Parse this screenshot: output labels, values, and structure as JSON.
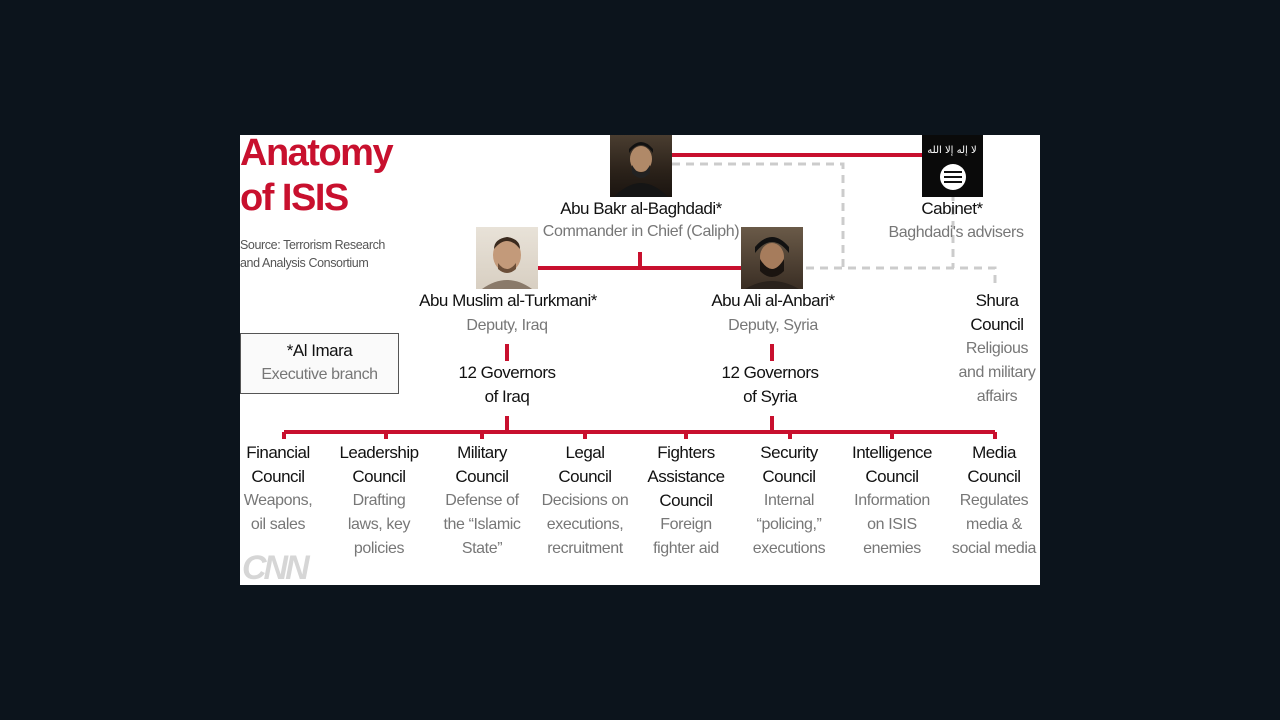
{
  "title": [
    "Anatomy",
    "of ISIS"
  ],
  "source": [
    "Source: Terrorism Research",
    "and Analysis Consortium"
  ],
  "leader": {
    "name": "Abu Bakr al-Baghdadi*",
    "role": "Commander in Chief (Caliph)"
  },
  "cabinet": {
    "name": "Cabinet*",
    "role": "Baghdadi's advisers",
    "flag_text": "لا إله إلا الله"
  },
  "deputy_iraq": {
    "name": "Abu Muslim al-Turkmani*",
    "role": "Deputy, Iraq"
  },
  "deputy_syria": {
    "name": "Abu Ali al-Anbari*",
    "role": "Deputy, Syria"
  },
  "shura": {
    "name": [
      "Shura",
      "Council"
    ],
    "desc": [
      "Religious",
      "and military",
      "affairs"
    ]
  },
  "legend": {
    "name": "*Al Imara",
    "desc": "Executive branch"
  },
  "governors_iraq": [
    "12 Governors",
    "of Iraq"
  ],
  "governors_syria": [
    "12 Governors",
    "of Syria"
  ],
  "councils": [
    {
      "name": [
        "Financial",
        "Council"
      ],
      "desc": [
        "Weapons,",
        "oil sales"
      ]
    },
    {
      "name": [
        "Leadership",
        "Council"
      ],
      "desc": [
        "Drafting",
        "laws, key",
        "policies"
      ]
    },
    {
      "name": [
        "Military",
        "Council"
      ],
      "desc": [
        "Defense of",
        "the “Islamic",
        "State”"
      ]
    },
    {
      "name": [
        "Legal",
        "Council"
      ],
      "desc": [
        "Decisions on",
        "executions,",
        "recruitment"
      ]
    },
    {
      "name": [
        "Fighters",
        "Assistance",
        "Council"
      ],
      "desc": [
        "Foreign",
        "fighter aid"
      ]
    },
    {
      "name": [
        "Security",
        "Council"
      ],
      "desc": [
        "Internal",
        "“policing,”",
        "executions"
      ]
    },
    {
      "name": [
        "Intelligence",
        "Council"
      ],
      "desc": [
        "Information",
        "on ISIS",
        "enemies"
      ]
    },
    {
      "name": [
        "Media",
        "Council"
      ],
      "desc": [
        "Regulates",
        "media &",
        "social media"
      ]
    }
  ],
  "watermark": "CNN",
  "colors": {
    "accent": "#c8102e",
    "dashed": "#cccccc",
    "background": "#0c141c"
  }
}
